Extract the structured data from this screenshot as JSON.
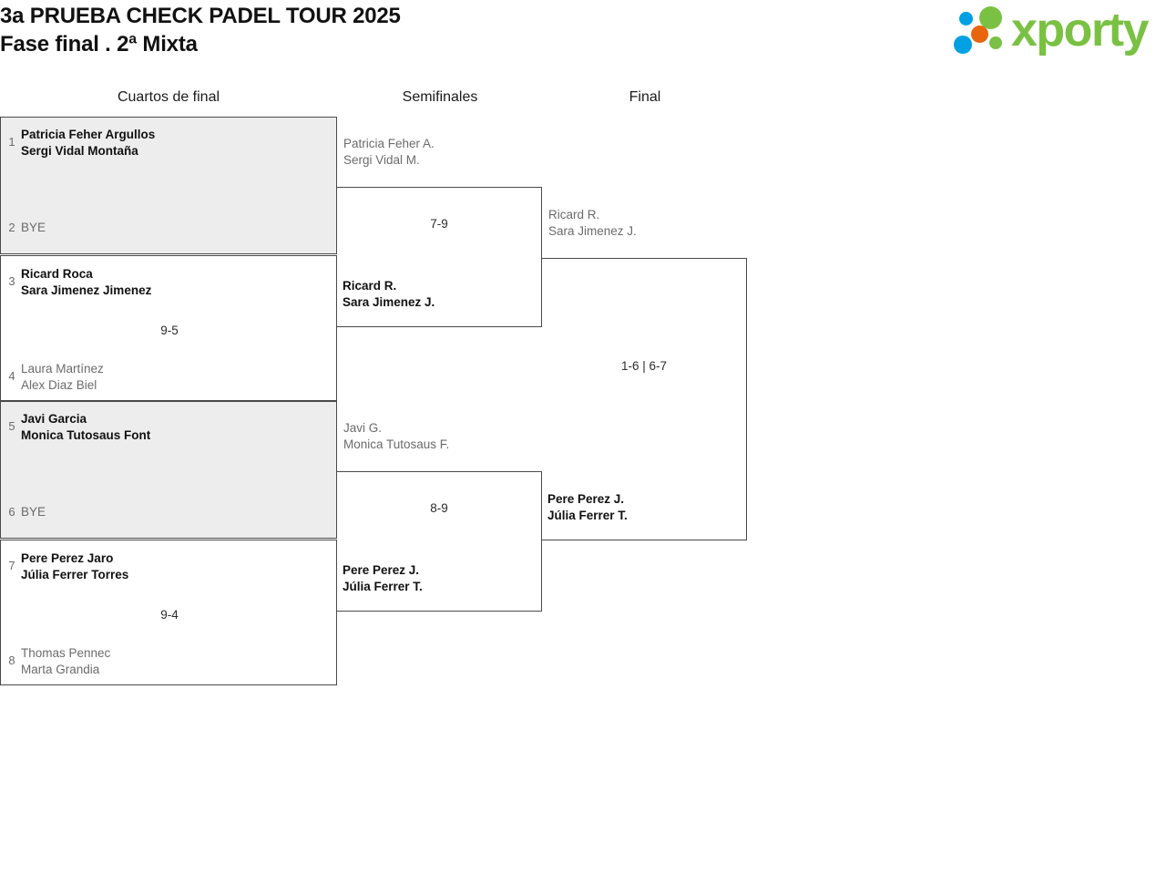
{
  "header": {
    "title_line1": "3a PRUEBA CHECK PADEL TOUR 2025",
    "title_line2": "Fase final . 2ª Mixta",
    "logo_text": "xporty",
    "logo_colors": {
      "green": "#7ac143",
      "blue": "#00a0e3",
      "orange": "#e8650d"
    }
  },
  "rounds": [
    {
      "label": "Cuartos de final"
    },
    {
      "label": "Semifinales"
    },
    {
      "label": "Final"
    }
  ],
  "quarterfinals": [
    {
      "top": {
        "seed": "1",
        "line1": "Patricia Feher Argullos",
        "line2": "Sergi Vidal Montaña",
        "winner": true
      },
      "bottom": {
        "seed": "2",
        "line1": "BYE",
        "line2": "",
        "winner": false,
        "bye": true
      },
      "score": ""
    },
    {
      "top": {
        "seed": "3",
        "line1": "Ricard Roca",
        "line2": "Sara Jimenez Jimenez",
        "winner": true
      },
      "bottom": {
        "seed": "4",
        "line1": "Laura Martínez",
        "line2": "Alex Diaz Biel",
        "winner": false
      },
      "score": "9-5"
    },
    {
      "top": {
        "seed": "5",
        "line1": "Javi Garcia",
        "line2": "Monica Tutosaus Font",
        "winner": true
      },
      "bottom": {
        "seed": "6",
        "line1": "BYE",
        "line2": "",
        "winner": false,
        "bye": true
      },
      "score": ""
    },
    {
      "top": {
        "seed": "7",
        "line1": "Pere Perez Jaro",
        "line2": "Júlia Ferrer Torres",
        "winner": true
      },
      "bottom": {
        "seed": "8",
        "line1": "Thomas Pennec",
        "line2": "Marta Grandia",
        "winner": false
      },
      "score": "9-4"
    }
  ],
  "semifinals": [
    {
      "top": {
        "line1": "Patricia Feher A.",
        "line2": "Sergi Vidal M.",
        "winner": false
      },
      "bottom": {
        "line1": "Ricard R.",
        "line2": "Sara Jimenez J.",
        "winner": true
      },
      "score": "7-9"
    },
    {
      "top": {
        "line1": "Javi G.",
        "line2": "Monica Tutosaus F.",
        "winner": false
      },
      "bottom": {
        "line1": "Pere Perez J.",
        "line2": "Júlia Ferrer T.",
        "winner": true
      },
      "score": "8-9"
    }
  ],
  "final": {
    "top": {
      "line1": "Ricard R.",
      "line2": "Sara Jimenez J.",
      "winner": false
    },
    "bottom": {
      "line1": "Pere Perez J.",
      "line2": "Júlia Ferrer T.",
      "winner": true
    },
    "score": "1-6 | 6-7"
  }
}
